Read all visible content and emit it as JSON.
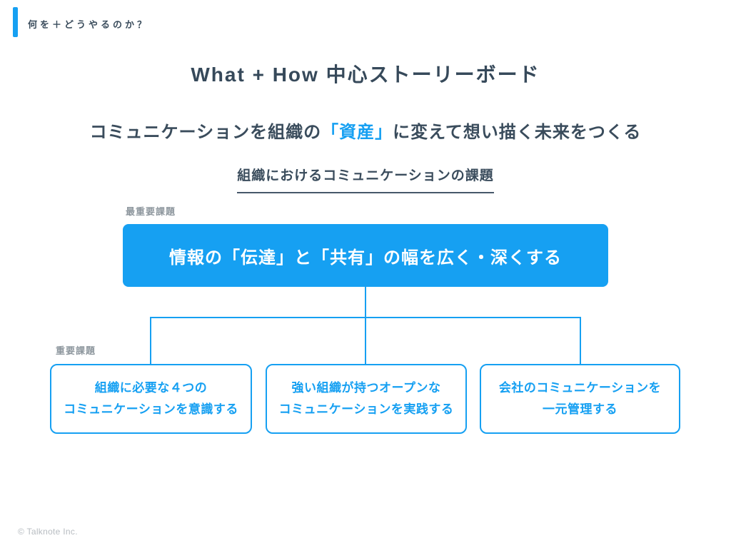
{
  "colors": {
    "accent_blue": "#16a0f2",
    "dark_navy_text": "#3a4c5c",
    "gray_label": "#8e979e",
    "footer_gray": "#b7bcc1",
    "background": "#ffffff"
  },
  "header": {
    "label": "何を＋どうやるのか？"
  },
  "title": "What + How 中心ストーリーボード",
  "subtitle": {
    "pre": "コミュニケーションを組織の",
    "highlight": "「資産」",
    "post": "に変えて想い描く未来をつくる"
  },
  "section": {
    "heading": "組織におけるコミュニケーションの課題"
  },
  "diagram": {
    "top_label": "最重要課題",
    "root_box": "情報の「伝達」と「共有」の幅を広く・深くする",
    "bottom_label": "重要課題",
    "children": [
      {
        "line1": "組織に必要な４つの",
        "line2": "コミュニケーションを意識する"
      },
      {
        "line1": "強い組織が持つオープンな",
        "line2": "コミュニケーションを実践する"
      },
      {
        "line1": "会社のコミュニケーションを",
        "line2": "一元管理する"
      }
    ]
  },
  "footer": {
    "copyright": "© Talknote Inc."
  }
}
